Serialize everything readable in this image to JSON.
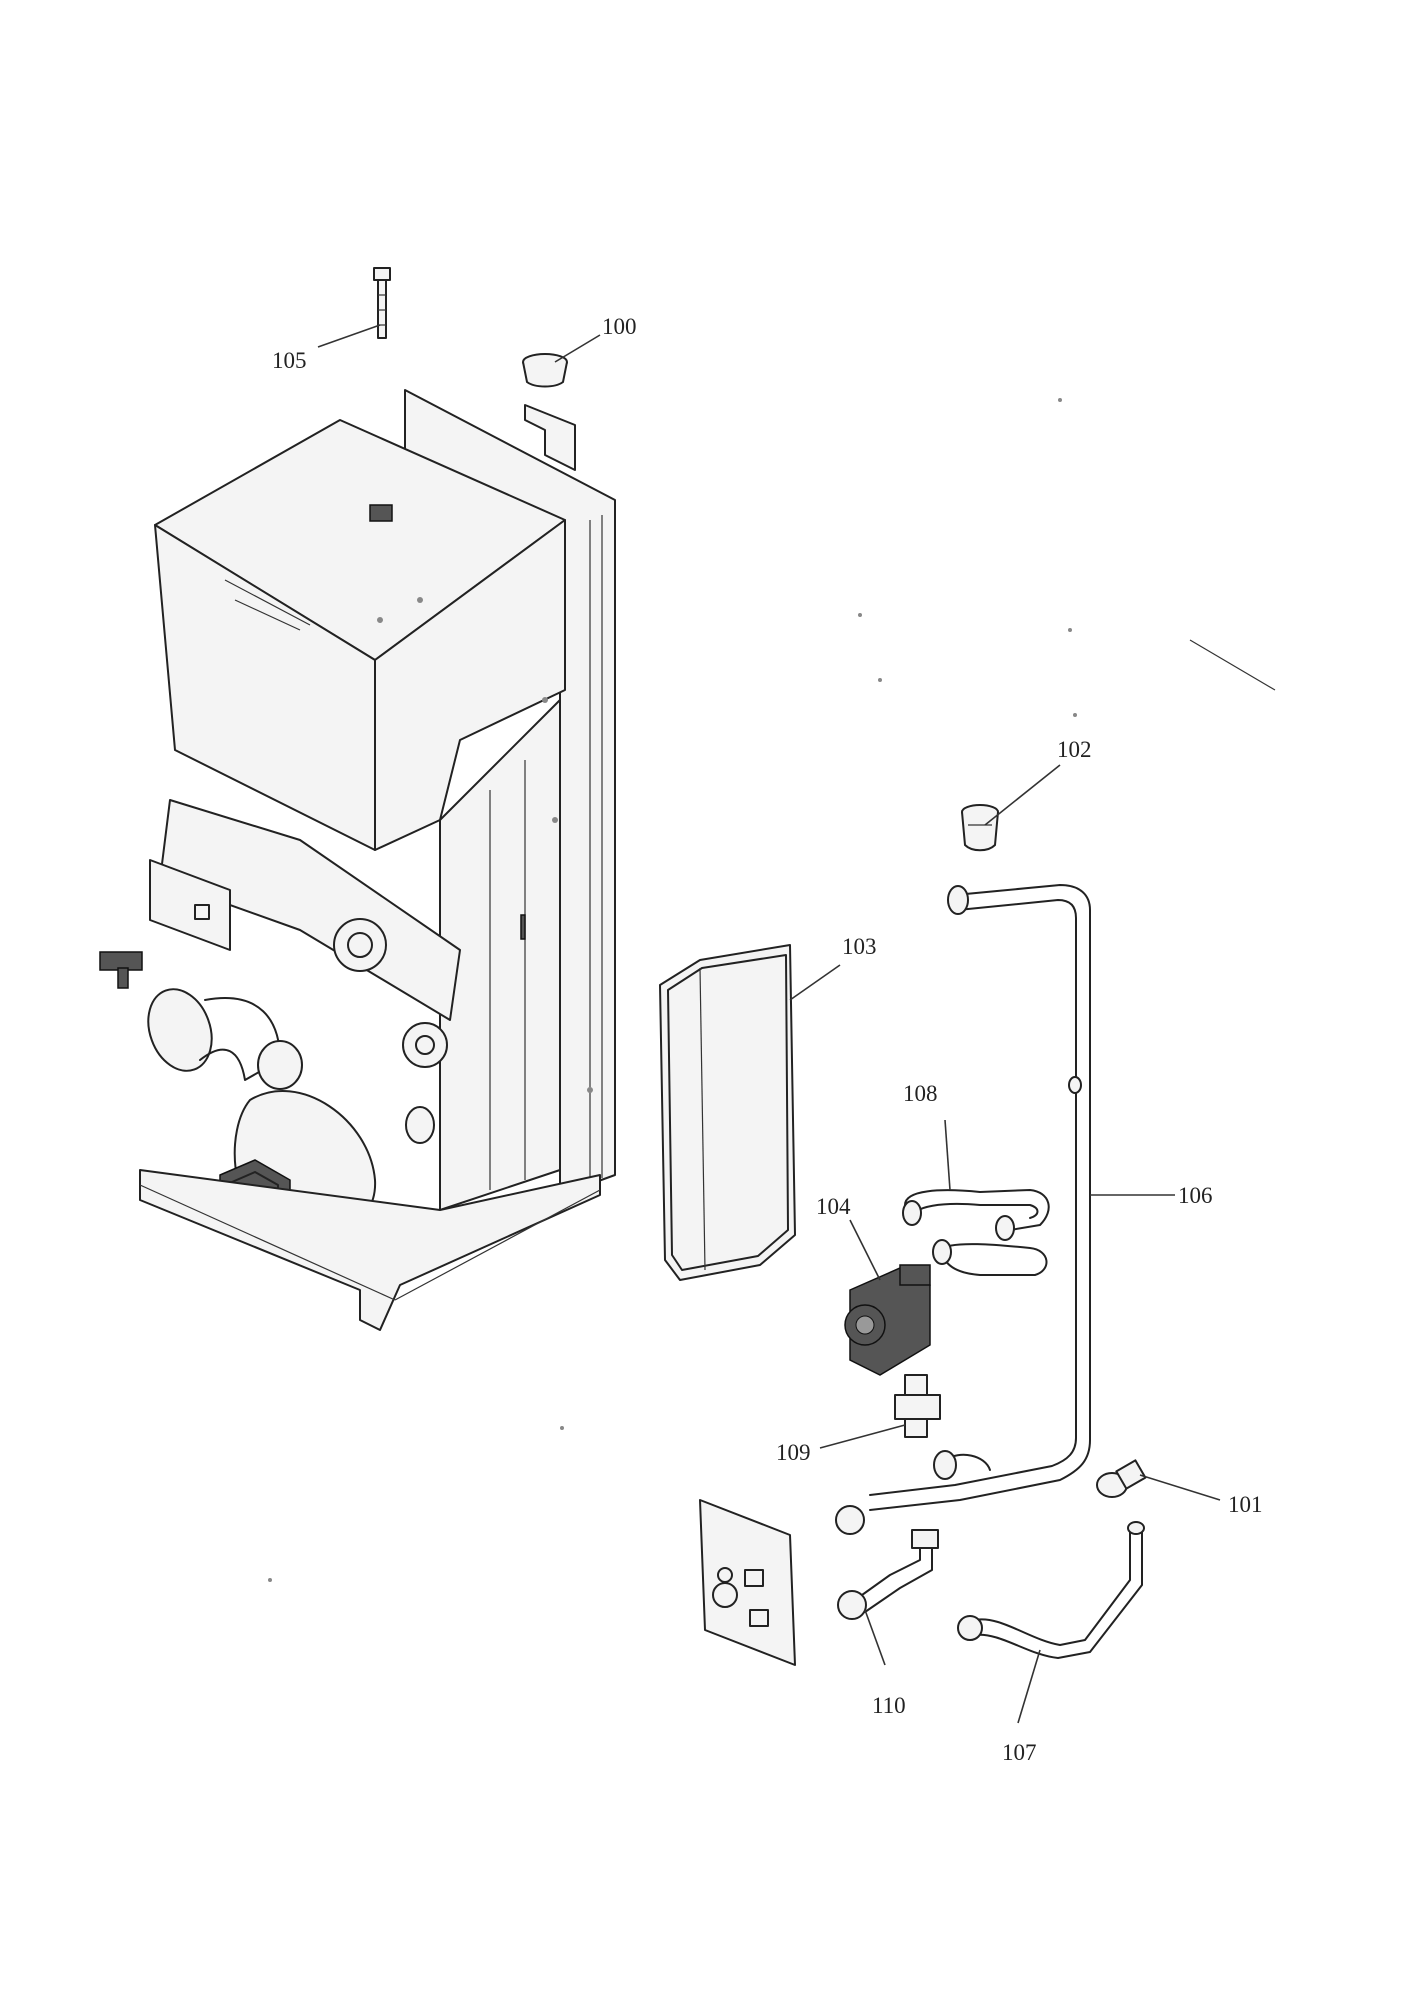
{
  "callouts": {
    "c100": "100",
    "c101": "101",
    "c102": "102",
    "c103": "103",
    "c104": "104",
    "c105": "105",
    "c106": "106",
    "c107": "107",
    "c108": "108",
    "c109": "109",
    "c110": "110"
  }
}
